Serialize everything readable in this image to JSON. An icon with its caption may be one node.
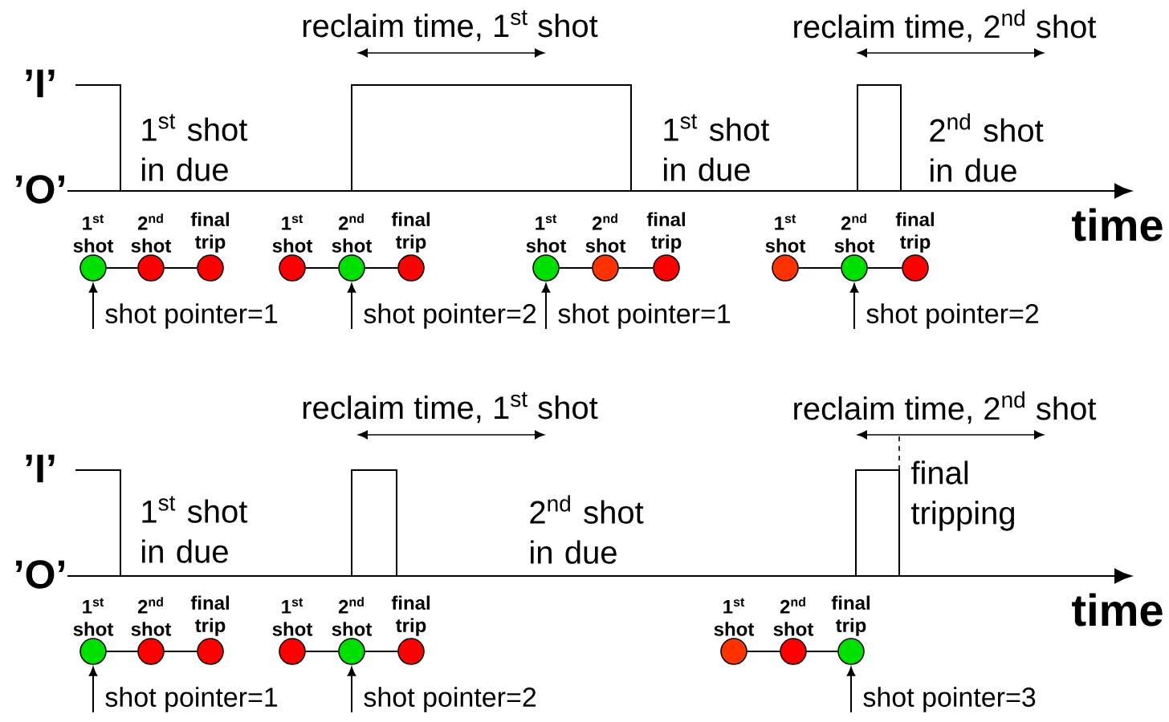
{
  "diagram": {
    "nodes": [
      {
        "text": [
          "1$^{st}$ shot"
        ]
      },
      {
        "text": [
          "2$^{nd}$ shot"
        ]
      },
      {
        "text": [
          "final trip"
        ]
      },
      {
        "text": [
          "1$^{st}$ shot"
        ]
      },
      {
        "text": [
          "2$^{nd}$ shot"
        ]
      },
      {
        "text": [
          "final trip"
        ]
      },
      {
        "text": [
          "1$^{st}$ shot"
        ]
      },
      {
        "text": [
          "2$^{nd}$ shot"
        ]
      },
      {
        "text": [
          "final trip"
        ]
      },
      {
        "text": [
          "1$^{st}$ shot"
        ]
      },
      {
        "text": [
          "2$^{nd}$ shot"
        ]
      },
      {
        "text": [
          "final trip"
        ]
      },
      {
        "text": [
          "1$^{st}$ shot"
        ]
      },
      {
        "text": [
          "2$^{nd}$ shot"
        ]
      },
      {
        "text": [
          "final trip"
        ]
      },
      {
        "text": [
          "1$^{st}$ shot"
        ]
      },
      {
        "text": [
          "2$^{nd}$ shot"
        ]
      },
      {
        "text": [
          "final trip"
        ]
      },
      {
        "text": [
          "1$^{st}$ shot"
        ]
      },
      {
        "text": [
          "2$^{nd}$ shot"
        ]
      },
      {
        "text": [
          "final trip"
        ]
      }
    ],
    "edges": [
      {
        "from": 0,
        "to": 1,
        "arrow": "none"
      },
      {
        "from": 1,
        "to": 2,
        "arrow": "none"
      },
      {
        "from": 3,
        "to": 4,
        "arrow": "none"
      },
      {
        "from": 4,
        "to": 5,
        "arrow": "none"
      },
      {
        "from": 6,
        "to": 7,
        "arrow": "none"
      },
      {
        "from": 7,
        "to": 8,
        "arrow": "none"
      },
      {
        "from": 9,
        "to": 10,
        "arrow": "none"
      },
      {
        "from": 10,
        "to": 11,
        "arrow": "none"
      },
      {
        "from": 12,
        "to": 13,
        "arrow": "none"
      },
      {
        "from": 13,
        "to": 14,
        "arrow": "none"
      },
      {
        "from": 15,
        "to": 16,
        "arrow": "none"
      },
      {
        "from": 16,
        "to": 17,
        "arrow": "none"
      },
      {
        "from": 18,
        "to": 19,
        "arrow": "none"
      },
      {
        "from": 19,
        "to": 20,
        "arrow": "none"
      },
      {
        "from": null,
        "to": 0,
        "arrow": "to",
        "label": "shot pointer=1"
      },
      {
        "from": null,
        "to": 4,
        "arrow": "to",
        "label": "shot pointer=2"
      },
      {
        "from": null,
        "to": 6,
        "arrow": "to",
        "label": "shot pointer=1"
      },
      {
        "from": null,
        "to": 10,
        "arrow": "to",
        "label": "shot pointer=2"
      },
      {
        "from": null,
        "to": 12,
        "arrow": "to",
        "label": "shot pointer=1"
      },
      {
        "from": null,
        "to": 16,
        "arrow": "to",
        "label": "shot pointer=2"
      },
      {
        "from": null,
        "to": 20,
        "arrow": "to",
        "label": "shot pointer=3"
      }
    ],
    "labels": [
      "reclaim time, 1$^{st}$ shot",
      "reclaim time, 2$^{nd}$ shot",
      "’I’",
      "1$^{st}$ shot in due",
      "1$^{st}$ shot in due",
      "2$^{nd}$ shot in due",
      "’O’",
      "time",
      "reclaim time, 1$^{st}$ shot",
      "reclaim time, 2$^{nd}$ shot",
      "’I’",
      "1$^{st}$ shot in due",
      "2$^{nd}$ shot in due",
      "final tripping",
      "’O’",
      "time"
    ]
  }
}
